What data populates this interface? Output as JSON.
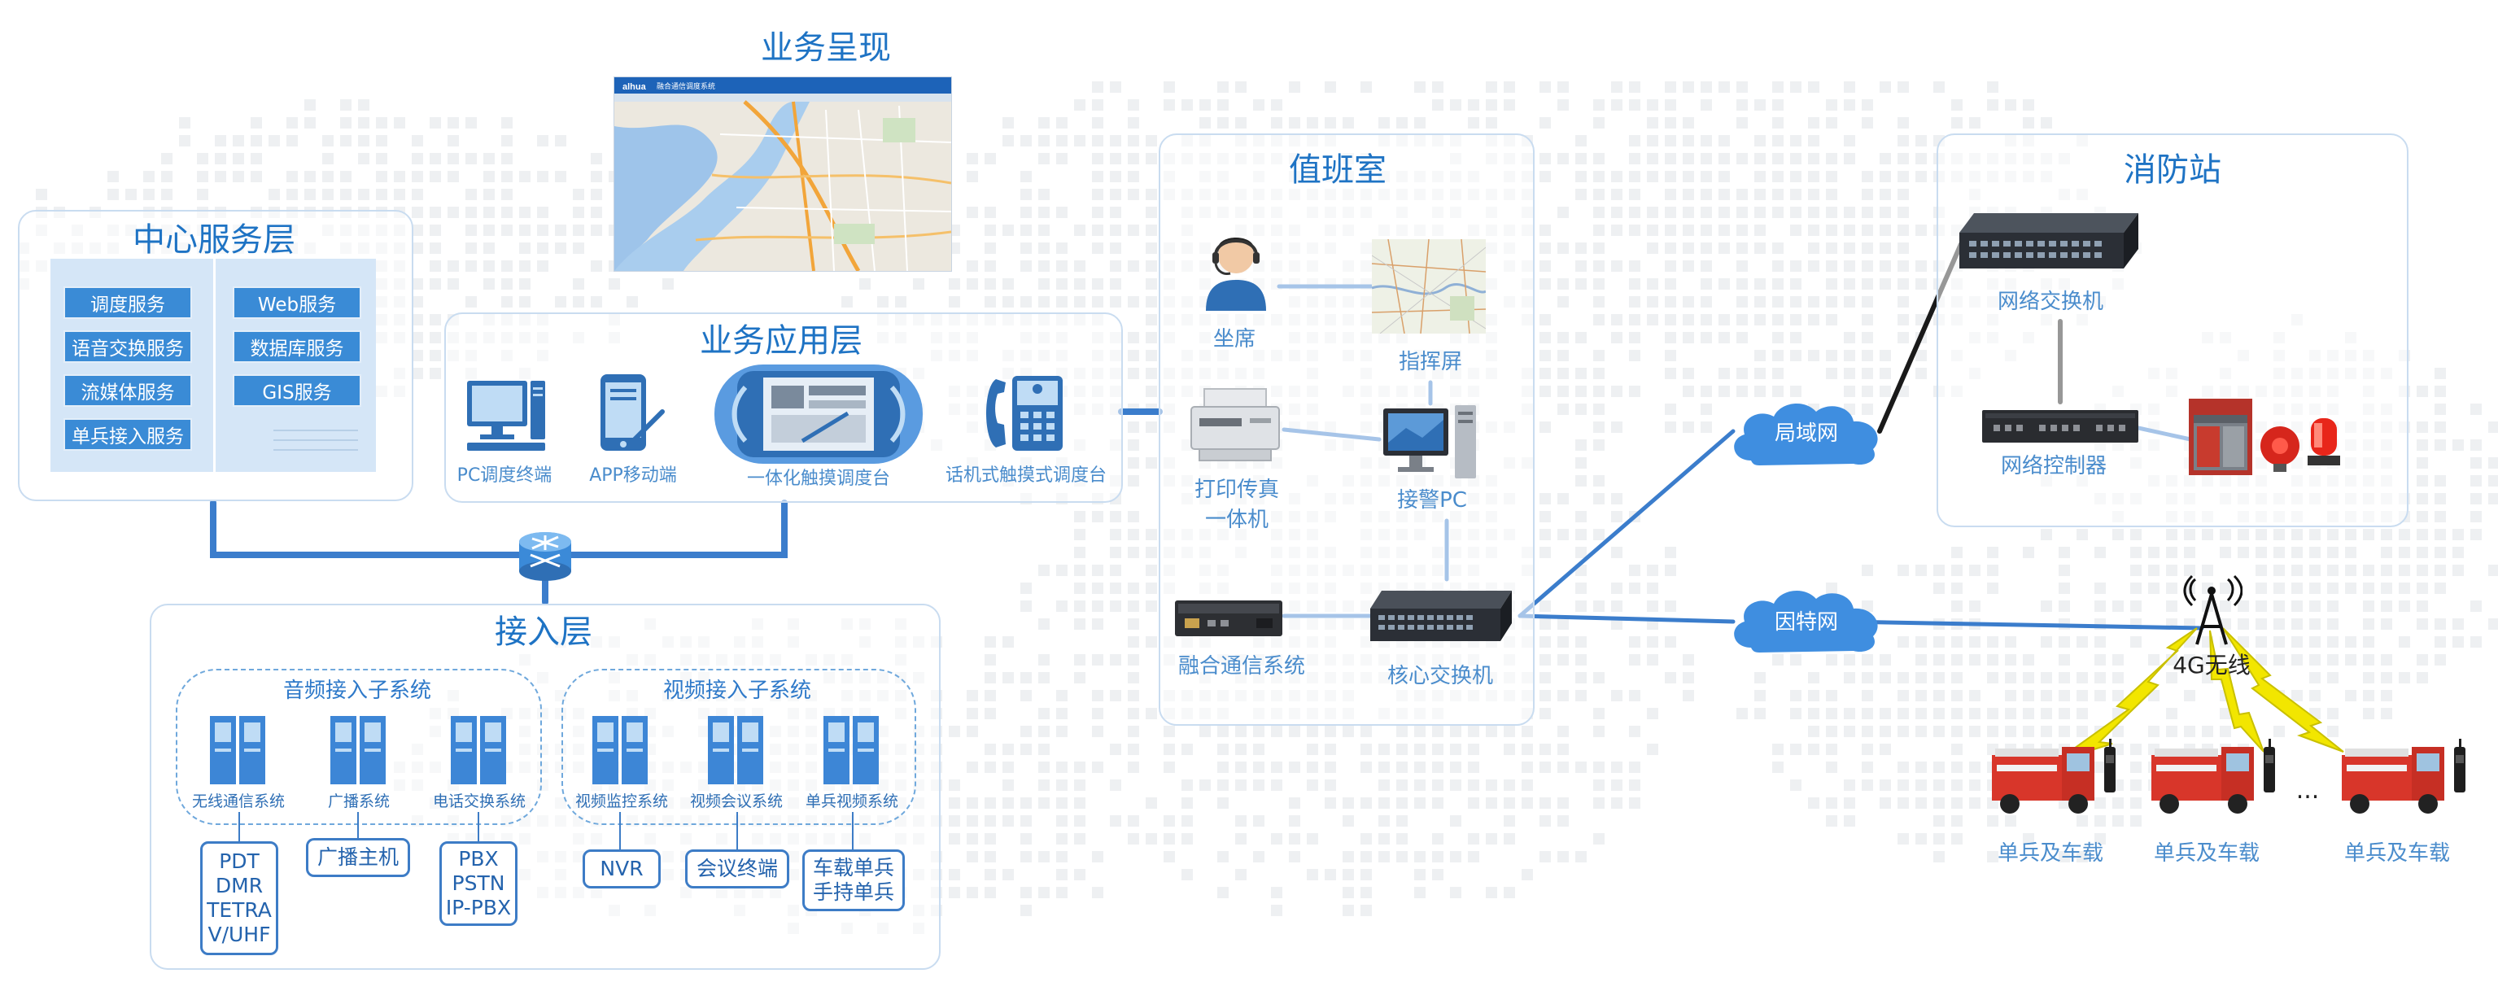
{
  "colors": {
    "primary": "#1e73c4",
    "label": "#4a8ccc",
    "wire": "#3b7dcc",
    "cloud": "#3f8ee0",
    "bolt": "#f2e600"
  },
  "titles": {
    "business_display": "业务呈现",
    "center_service_layer": "中心服务层",
    "business_app_layer": "业务应用层",
    "access_layer": "接入层",
    "duty_room": "值班室",
    "fire_station": "消防站"
  },
  "center_services": {
    "left": [
      "调度服务",
      "语音交换服务",
      "流媒体服务",
      "单兵接入服务"
    ],
    "right": [
      "Web服务",
      "数据库服务",
      "GIS服务"
    ]
  },
  "app_terminals": [
    "PC调度终端",
    "APP移动端",
    "一体化触摸调度台",
    "话机式触摸式调度台"
  ],
  "access": {
    "audio_subsystem": "音频接入子系统",
    "video_subsystem": "视频接入子系统",
    "audio_systems": [
      "无线通信系统",
      "广播系统",
      "电话交换系统"
    ],
    "video_systems": [
      "视频监控系统",
      "视频会议系统",
      "单兵视频系统"
    ],
    "audio_devices": [
      [
        "PDT",
        "DMR",
        "TETRA",
        "V/UHF"
      ],
      [
        "广播主机"
      ],
      [
        "PBX",
        "PSTN",
        "IP-PBX"
      ]
    ],
    "video_devices": [
      [
        "NVR"
      ],
      [
        "会议终端"
      ],
      [
        "车载单兵",
        "手持单兵"
      ]
    ]
  },
  "duty_room": {
    "seat": "坐席",
    "command_screen": "指挥屏",
    "print_fax": [
      "打印传真",
      "一体机"
    ],
    "alarm_pc": "接警PC",
    "fusion_comm": "融合通信系统",
    "core_switch": "核心交换机"
  },
  "networks": {
    "lan": "局域网",
    "internet": "因特网"
  },
  "fire_station": {
    "network_switch": "网络交换机",
    "network_controller": "网络控制器"
  },
  "wireless": {
    "label": "4G无线",
    "vehicle_labels": [
      "单兵及车载",
      "单兵及车载",
      "单兵及车载"
    ],
    "ellipsis": "..."
  },
  "map_header": "融合通信调度系统",
  "map_brand": "alhua"
}
